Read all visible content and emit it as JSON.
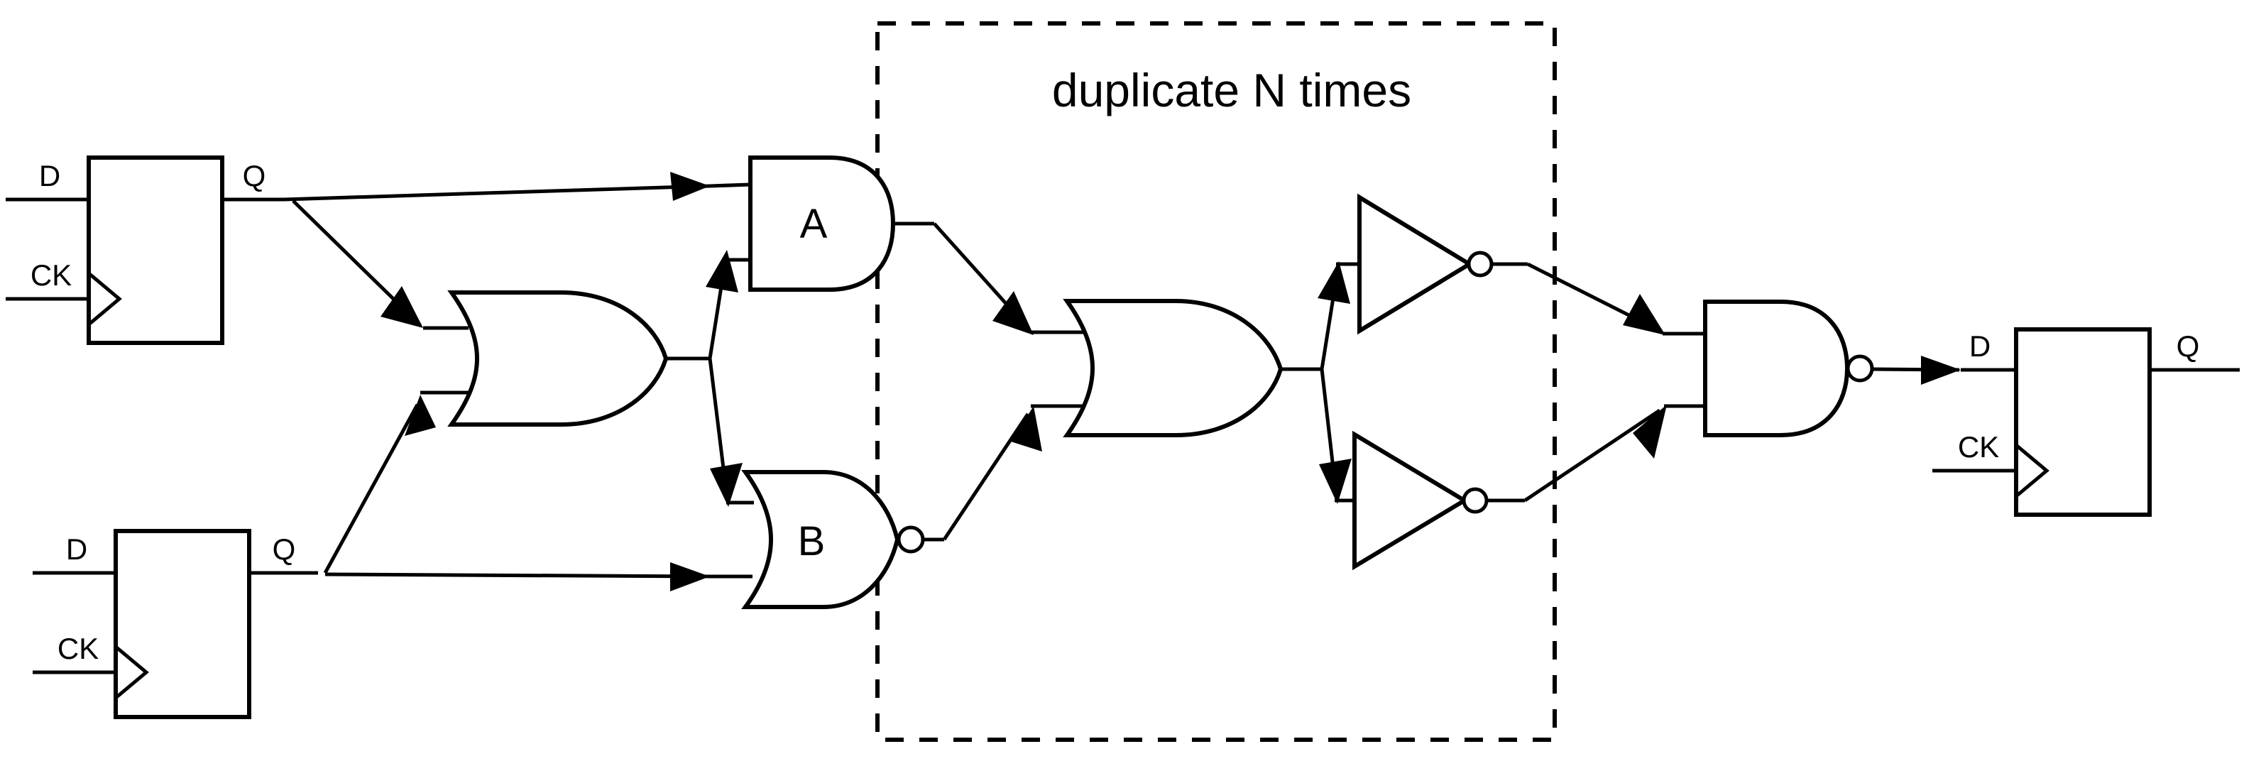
{
  "diagram": {
    "title_note": "duplicate N times",
    "background_color": "#ffffff",
    "line_color": "#000000"
  },
  "flipflops": [
    {
      "id": "ff-in-top",
      "d_label": "D",
      "ck_label": "CK",
      "q_label": "Q"
    },
    {
      "id": "ff-in-bottom",
      "d_label": "D",
      "ck_label": "CK",
      "q_label": "Q"
    },
    {
      "id": "ff-out",
      "d_label": "D",
      "ck_label": "CK",
      "q_label": "Q"
    }
  ],
  "gates": [
    {
      "id": "or-left",
      "type": "or",
      "label": ""
    },
    {
      "id": "gate-a",
      "type": "and",
      "label": "A"
    },
    {
      "id": "gate-b",
      "type": "nor",
      "label": "B"
    },
    {
      "id": "or-mid",
      "type": "or",
      "label": ""
    },
    {
      "id": "inv-top",
      "type": "inverter",
      "label": ""
    },
    {
      "id": "inv-bot",
      "type": "inverter",
      "label": ""
    },
    {
      "id": "nand-out",
      "type": "nand",
      "label": ""
    }
  ],
  "annotations": {
    "duplicate_region_label": "duplicate N times"
  }
}
